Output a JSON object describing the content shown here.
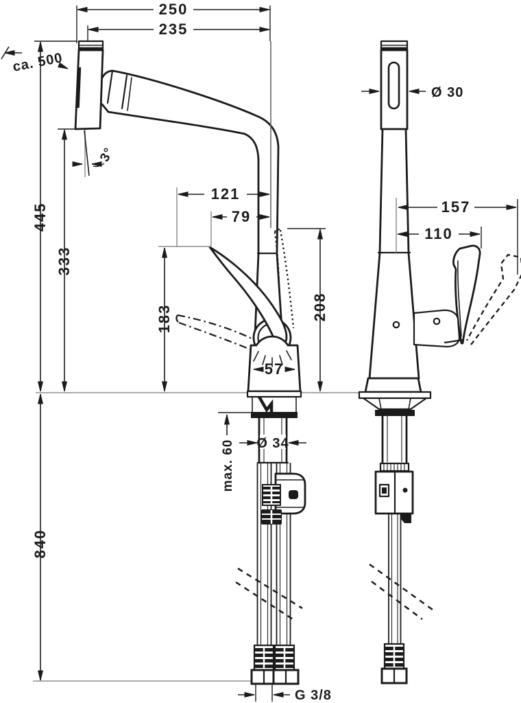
{
  "colors": {
    "background": "#ffffff",
    "drawing_line": "#1b1b1b",
    "reference_line": "#8f8f8f"
  },
  "views": {
    "profile": {
      "dims": {
        "overall_depth": "250",
        "spout_reach": "235",
        "pullout_hose": "ca. 500",
        "outlet_height": "445",
        "under_spout_height": "333",
        "spray_angle": "3°",
        "reach_to_axis": "121",
        "handle_tip_reach": "79",
        "handle_tip_height": "183",
        "handle_top_height": "208",
        "base_width": "57",
        "shank_diameter": "Ø 34",
        "max_counter_thickness": "max. 60",
        "hose_drop_length": "840",
        "connection_thread": "G 3/8"
      }
    },
    "front": {
      "dims": {
        "head_diameter": "Ø 30",
        "handle_swing_reach": "157",
        "handle_reach": "110"
      }
    }
  }
}
